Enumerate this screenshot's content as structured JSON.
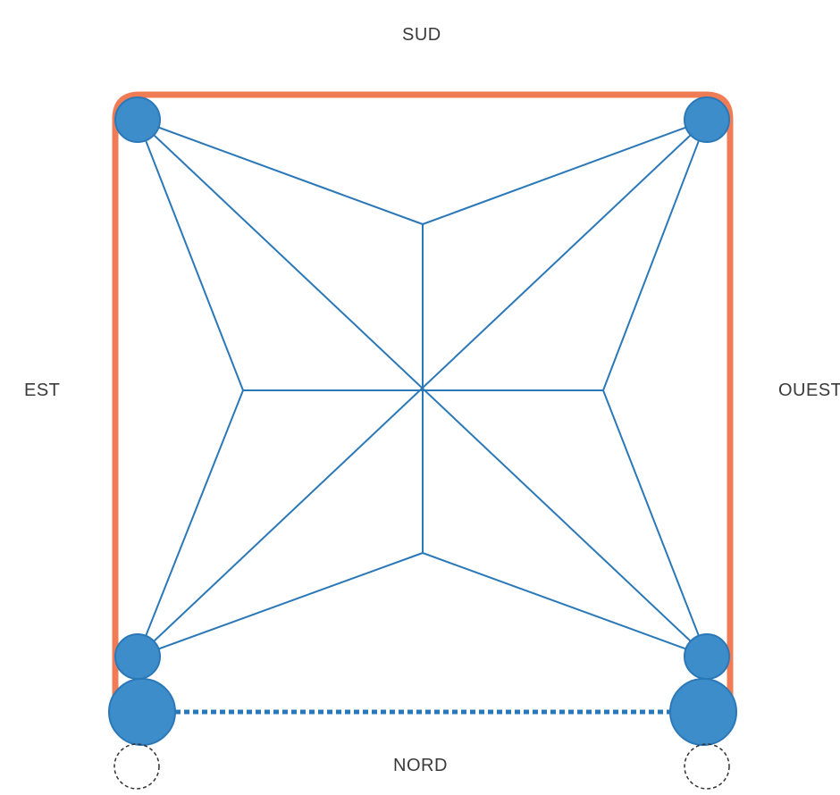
{
  "labels": {
    "top": "SUD",
    "left": "EST",
    "right": "OUEST",
    "bottom": "NORD"
  },
  "colors": {
    "frame": "#f07c55",
    "lines": "#2b78b8",
    "nodes": "#3e8dcb",
    "dashed": "#2b78b8",
    "ghost": "#333333",
    "text": "#3a3a3a"
  }
}
